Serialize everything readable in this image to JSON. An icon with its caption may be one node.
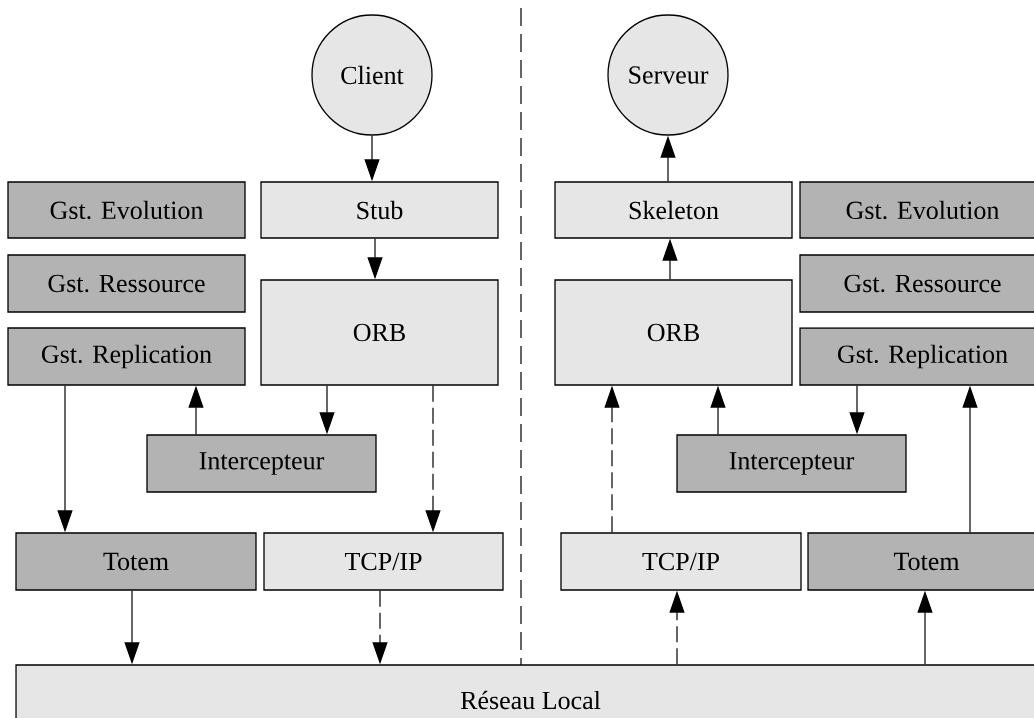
{
  "diagram": {
    "nodes": [
      {
        "text": [
          "Client"
        ]
      },
      {
        "text": [
          "Serveur"
        ]
      },
      {
        "text": [
          "Gst. Evolution"
        ]
      },
      {
        "text": [
          "Stub"
        ]
      },
      {
        "text": [
          "Skeleton"
        ]
      },
      {
        "text": [
          "Gst. Evolution"
        ]
      },
      {
        "text": [
          "Gst. Ressource"
        ]
      },
      {
        "text": [
          "ORB"
        ]
      },
      {
        "text": [
          "ORB"
        ]
      },
      {
        "text": [
          "Gst. Ressource"
        ]
      },
      {
        "text": [
          "Gst. Replication"
        ]
      },
      {
        "text": [
          "Gst. Replication"
        ]
      },
      {
        "text": [
          "Intercepteur"
        ]
      },
      {
        "text": [
          "Intercepteur"
        ]
      },
      {
        "text": [
          "Totem"
        ]
      },
      {
        "text": [
          "TCP/IP"
        ]
      },
      {
        "text": [
          "TCP/IP"
        ]
      },
      {
        "text": [
          "Totem"
        ]
      },
      {
        "text": [
          "Réseau Local"
        ]
      }
    ],
    "edges": [
      {
        "from": 0,
        "to": 3,
        "arrow": "to"
      },
      {
        "from": 3,
        "to": 7,
        "arrow": "to"
      },
      {
        "from": 7,
        "to": 12,
        "arrow": "to"
      },
      {
        "from": 12,
        "to": 10,
        "arrow": "to"
      },
      {
        "from": 10,
        "to": 14,
        "arrow": "to"
      },
      {
        "from": 7,
        "to": 15,
        "arrow": "to",
        "style": "dashed"
      },
      {
        "from": 14,
        "to": 18,
        "arrow": "to"
      },
      {
        "from": 15,
        "to": 18,
        "arrow": "to",
        "style": "dashed"
      },
      {
        "from": 18,
        "to": 16,
        "arrow": "to",
        "style": "dashed"
      },
      {
        "from": 18,
        "to": 17,
        "arrow": "to"
      },
      {
        "from": 16,
        "to": 8,
        "arrow": "to",
        "style": "dashed"
      },
      {
        "from": 13,
        "to": 8,
        "arrow": "to"
      },
      {
        "from": 11,
        "to": 13,
        "arrow": "to"
      },
      {
        "from": 17,
        "to": 11,
        "arrow": "to"
      },
      {
        "from": 8,
        "to": 4,
        "arrow": "to"
      },
      {
        "from": 4,
        "to": 1,
        "arrow": "to"
      }
    ]
  }
}
